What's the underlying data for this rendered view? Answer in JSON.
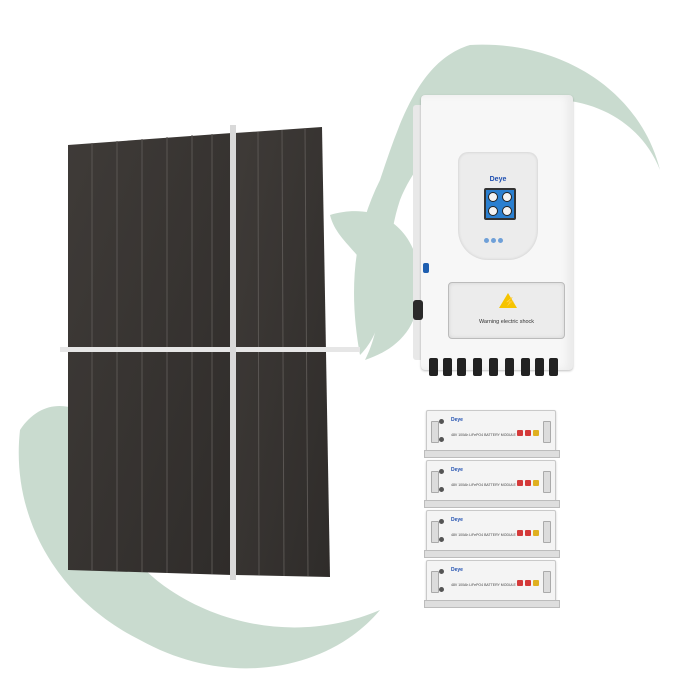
{
  "inverter": {
    "brand": "Deye",
    "warning_text": "Warning electric shock"
  },
  "batteries": {
    "brand": "Deye",
    "model_text": "48V 100Ah LiFePO4 BATTERY MODULE",
    "count": 4
  },
  "colors": {
    "swoosh": "#c9dbcf",
    "panel_cells": "#3b3835",
    "panel_frame": "#2a2725",
    "inverter_body": "#f7f7f7",
    "battery_body": "#f4f4f4",
    "brand_blue": "#1f4fb0",
    "warning_yellow": "#f5c400"
  },
  "icons": [
    "warning-triangle-icon",
    "lightning-bolt-icon"
  ]
}
